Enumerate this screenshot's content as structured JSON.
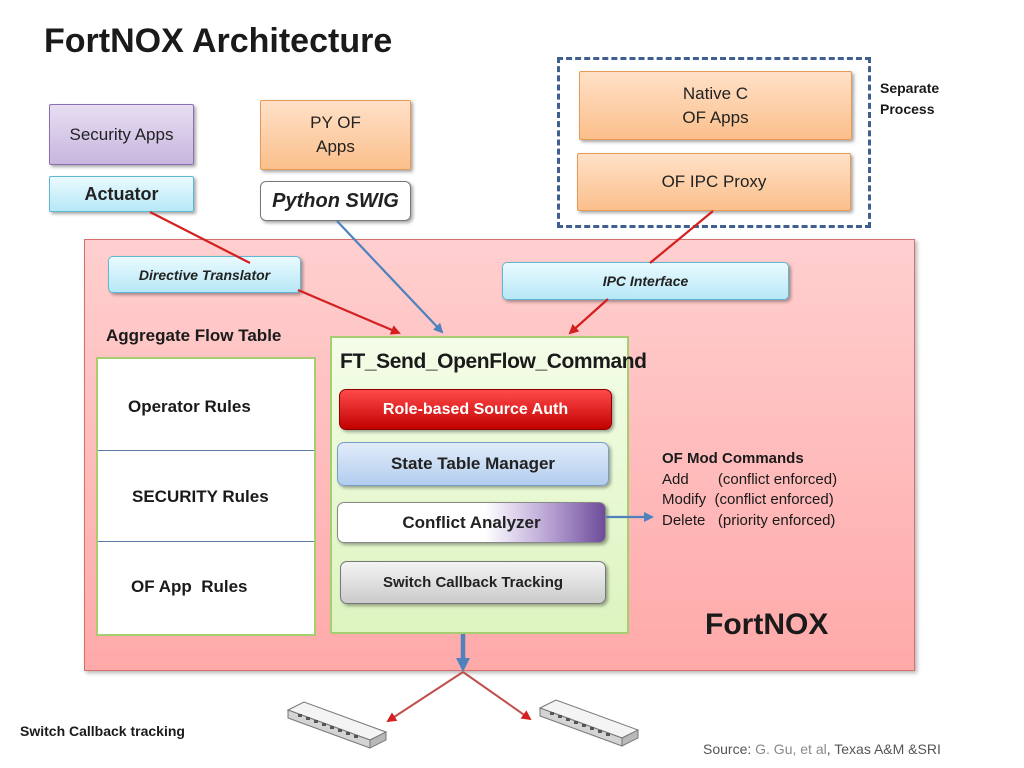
{
  "title": "FortNOX Architecture",
  "components": {
    "security_apps": "Security Apps",
    "actuator": "Actuator",
    "py_of_apps": "PY OF\nApps",
    "python_swig": "Python SWIG",
    "native_c": "Native C\nOF Apps",
    "ipc_proxy": "OF IPC Proxy",
    "separate_process": "Separate\nProcess",
    "directive_translator": "Directive Translator",
    "ipc_interface": "IPC Interface",
    "aggregate_flow_table": "Aggregate Flow Table",
    "rules": [
      "Operator Rules",
      "SECURITY Rules",
      "OF App  Rules"
    ],
    "ft_send": "FT_Send_OpenFlow_Command",
    "role_auth": "Role-based Source Auth",
    "state_table": "State Table Manager",
    "conflict_analyzer": "Conflict Analyzer",
    "switch_callback": "Switch Callback Tracking",
    "fortnox_label": "FortNOX"
  },
  "of_mod": {
    "heading": "OF Mod Commands",
    "rows": [
      "Add       (conflict enforced)",
      "Modify  (conflict enforced)",
      "Delete   (priority enforced)"
    ]
  },
  "footer": {
    "switch_callback_tracking": "Switch Callback tracking",
    "source_prefix": "Source: ",
    "source_names": "G. Gu, et al",
    "source_suffix": ", Texas A&M &SRI"
  },
  "colors": {
    "red_arrow": "#d42020",
    "blue_arrow": "#4f81bd",
    "fortnox_fill": "#ffb3b3",
    "green_border": "#a6cd70"
  },
  "icons": [
    "network-switch-icon",
    "network-switch-icon"
  ]
}
